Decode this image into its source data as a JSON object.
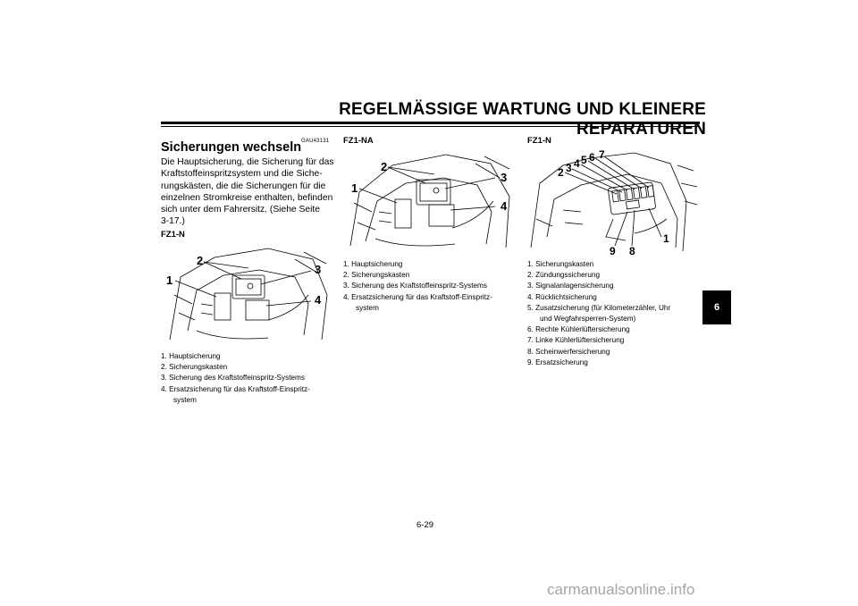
{
  "header": {
    "title": "REGELMÄSSIGE WARTUNG UND KLEINERE REPARATUREN"
  },
  "section": {
    "code": "GAU43131",
    "heading": "Sicherungen wechseln",
    "body_lines": [
      "Die Hauptsicherung, die Sicherung für das",
      "Kraftstoffeinspritzsystem und die Siche-",
      "rungskästen, die die Sicherungen für die",
      "einzelnen Stromkreise enthalten, befinden",
      "sich unter dem Fahrersitz. (Siehe Seite",
      "3-17.)"
    ]
  },
  "figure_left": {
    "model": "FZ1-N",
    "callouts": [
      "1",
      "2",
      "3",
      "4"
    ],
    "captions": [
      "1. Hauptsicherung",
      "2. Sicherungskasten",
      "3. Sicherung des Kraftstoffeinspritz-Systems",
      "4. Ersatzsicherung für das Kraftstoff-Einspritz-",
      "system"
    ]
  },
  "figure_middle": {
    "model": "FZ1-NA",
    "callouts": [
      "1",
      "2",
      "3",
      "4"
    ],
    "captions": [
      "1. Hauptsicherung",
      "2. Sicherungskasten",
      "3. Sicherung des Kraftstoffeinspritz-Systems",
      "4. Ersatzsicherung für das Kraftstoff-Einspritz-",
      "system"
    ]
  },
  "figure_right": {
    "model": "FZ1-N",
    "callouts": [
      "1",
      "2",
      "3",
      "4",
      "5",
      "6",
      "7",
      "8",
      "9"
    ],
    "captions": [
      "1. Sicherungskasten",
      "2. Zündungssicherung",
      "3. Signalanlagensicherung",
      "4. Rücklichtsicherung",
      "5. Zusatzsicherung (für Kilometerzähler, Uhr",
      "und Wegfahrsperren-System)",
      "6. Rechte Kühlerlüftersicherung",
      "7. Linke Kühlerlüftersicherung",
      "8. Scheinwerfersicherung",
      "9. Ersatzsicherung"
    ]
  },
  "side_tab": {
    "label": "6"
  },
  "footer": {
    "page_number": "6-29"
  },
  "watermark": {
    "text": "carmanualsonline.info"
  }
}
